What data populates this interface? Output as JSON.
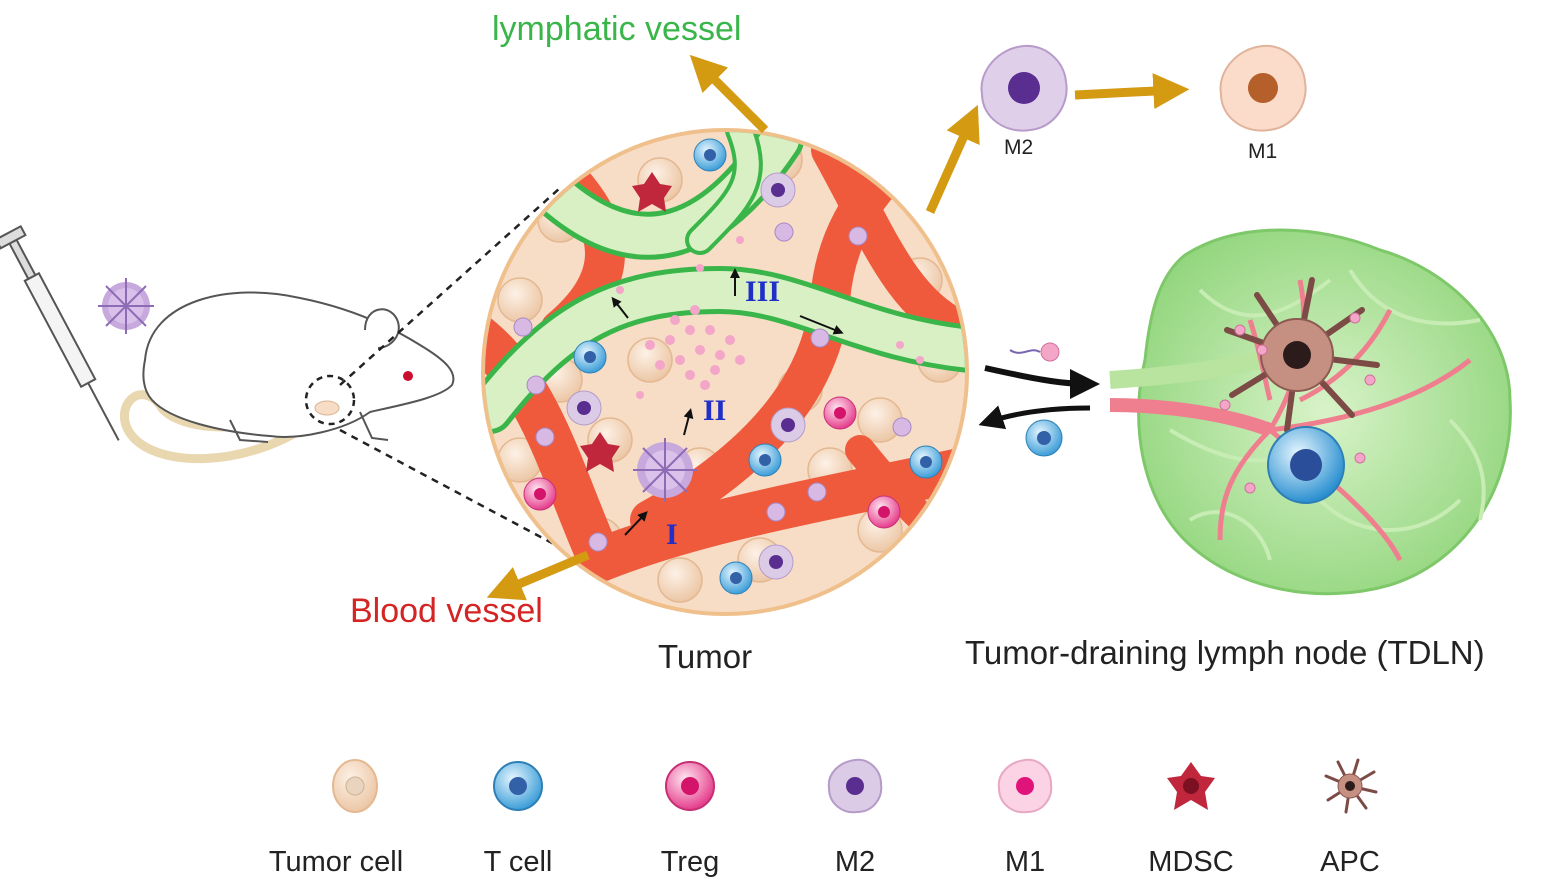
{
  "labels": {
    "lymphatic_vessel": "lymphatic vessel",
    "blood_vessel": "Blood vessel",
    "tumor": "Tumor",
    "tdln": "Tumor-draining lymph node (TDLN)",
    "m2_top": "M2",
    "m1_top": "M1",
    "stage_1": "I",
    "stage_2": "II",
    "stage_3": "III"
  },
  "legend": [
    {
      "label": "Tumor cell",
      "icon": "tumor-cell-icon"
    },
    {
      "label": "T cell",
      "icon": "t-cell-icon"
    },
    {
      "label": "Treg",
      "icon": "treg-icon"
    },
    {
      "label": "M2",
      "icon": "m2-macrophage-icon"
    },
    {
      "label": "M1",
      "icon": "m1-macrophage-icon"
    },
    {
      "label": "MDSC",
      "icon": "mdsc-icon"
    },
    {
      "label": "APC",
      "icon": "apc-icon"
    }
  ],
  "colors": {
    "lymph_green": "#3ab54a",
    "lymph_fill": "#d9f0c4",
    "blood_red": "#f05a3c",
    "blood_label": "#d42424",
    "tumor_bg": "#f7dcc6",
    "tumor_border": "#f0c08c",
    "arrow_gold": "#d39a12",
    "stage_blue": "#1f2fc8",
    "node_green": "#9fd98a"
  }
}
